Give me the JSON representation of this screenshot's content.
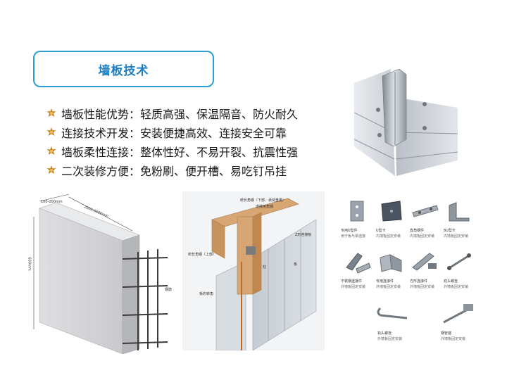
{
  "title": "墙板技术",
  "bullets": [
    "墙板性能优势：轻质高强、保温隔音、防火耐久",
    "连接技术开发：安装便捷高效、连接安全可靠",
    "墙板柔性连接：整体性好、不易开裂、抗震性强",
    "二次装修方便：免粉刷、便开槽、易吃钉吊挂"
  ],
  "panel_dims": {
    "top": "100-200mm",
    "length": "2000-6000mm",
    "height": "600mm",
    "rebar": "钢筋"
  },
  "corner_labels": {
    "top_angle": "统长角钢（下部、承受重量）",
    "connect_angle": "连接用角钢",
    "z_plate": "Z形连接板",
    "long_angle_top": "统长角钢（上部）",
    "pillar": "柱",
    "board": "板",
    "board_corner": "板的转角"
  },
  "fittings": [
    {
      "name": "专用U型件",
      "desc": "用于板与梁连接"
    },
    {
      "name": "U型卡",
      "desc": "内墙板固定安装"
    },
    {
      "name": "直角钢件",
      "desc": "内墙板固定安装"
    },
    {
      "name": "8U型卡",
      "desc": "内墙板固定安装"
    },
    {
      "name": "不锈钢连接件",
      "desc": "外墙板固定安装"
    },
    {
      "name": "专用连接件",
      "desc": "外墙板固定安装"
    },
    {
      "name": "方形连接件",
      "desc": "外墙板固定安装"
    },
    {
      "name": "双头螺栓",
      "desc": "外墙板固定安装"
    },
    {
      "name": "钩头螺栓",
      "desc": "外墙板固定安装"
    },
    {
      "name": "钢管锚",
      "desc": "外墙板固定安装"
    }
  ],
  "colors": {
    "accent": "#2a9fd8",
    "title_text": "#1f7fc4",
    "bullet_mark": "#c8841c",
    "wood": "#d7a673"
  }
}
